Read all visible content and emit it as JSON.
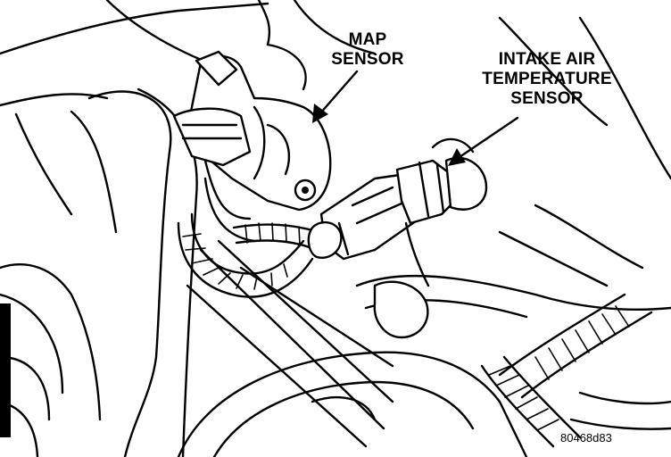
{
  "labels": {
    "map_sensor_line1": "MAP",
    "map_sensor_line2": "SENSOR",
    "iat_line1": "INTAKE AIR",
    "iat_line2": "TEMPERATURE",
    "iat_line3": "SENSOR"
  },
  "figure_id": "80468d83",
  "colors": {
    "ink": "#000000",
    "paper": "#ffffff"
  }
}
